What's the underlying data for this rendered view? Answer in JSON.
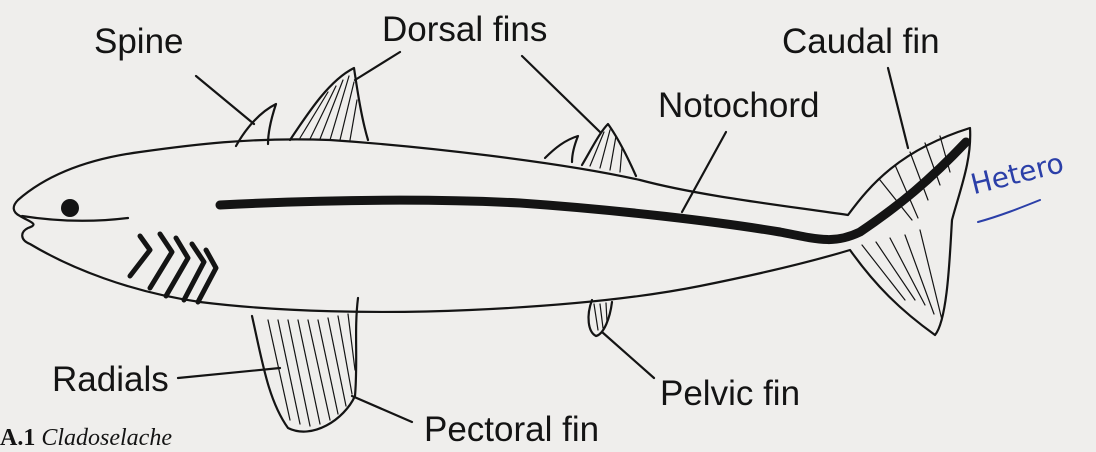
{
  "labels": {
    "spine": "Spine",
    "dorsal_fins": "Dorsal fins",
    "caudal_fin": "Caudal fin",
    "notochord": "Notochord",
    "radials": "Radials",
    "pelvic_fin": "Pelvic fin",
    "pectoral_fin": "Pectoral fin"
  },
  "caption": {
    "number": "A.1",
    "name": "Cladoselache"
  },
  "handwritten_note": "Hetero",
  "colors": {
    "background": "#efeeec",
    "ink": "#141414",
    "handwriting": "#2b3fa8"
  }
}
